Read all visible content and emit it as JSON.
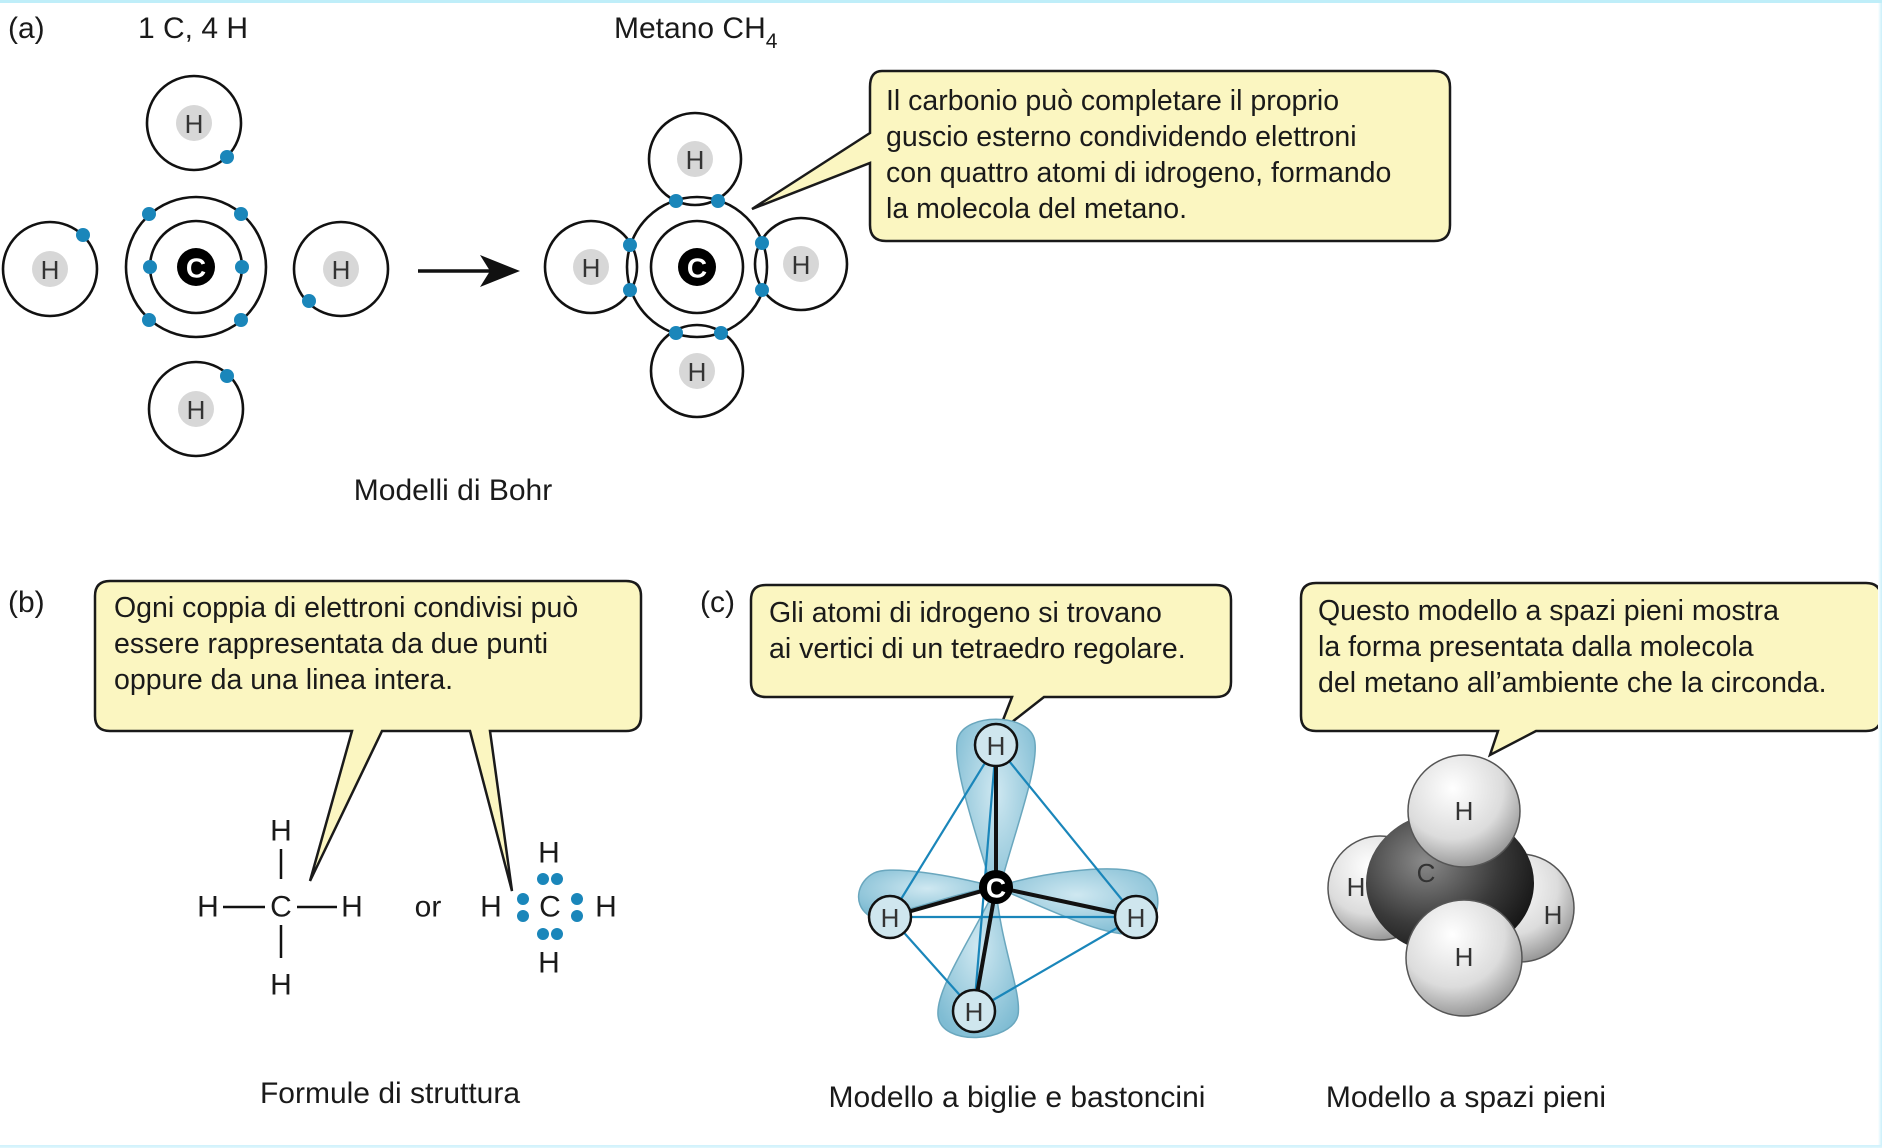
{
  "panels": {
    "a": {
      "tag": "(a)",
      "reactants_label": "1 C, 4 H",
      "product_label": "Metano CH",
      "product_subscript": "4",
      "callout": [
        "Il carbonio può completare il proprio",
        "guscio esterno condividendo elettroni",
        "con quattro atomi di idrogeno, formando",
        "la molecola del metano."
      ],
      "caption": "Modelli di Bohr",
      "atom_symbols": {
        "carbon": "C",
        "hydrogen": "H"
      }
    },
    "b": {
      "tag": "(b)",
      "callout": [
        "Ogni coppia di elettroni condivisi può",
        "essere rappresentata da due punti",
        "oppure da una linea intera."
      ],
      "connector": "or",
      "caption": "Formule di struttura"
    },
    "c": {
      "tag": "(c)",
      "callout_left": [
        "Gli atomi di idrogeno si trovano",
        "ai vertici di un tetraedro regolare."
      ],
      "callout_right": [
        "Questo modello a spazi pieni mostra",
        "la forma presentata dalla molecola",
        "del metano all’ambiente che la circonda."
      ],
      "caption_left": "Modello a biglie e bastoncini",
      "caption_right": "Modello a spazi pieni"
    }
  },
  "colors": {
    "electron": "#1a86ba",
    "callout_fill": "#fbf6c1",
    "orbital_fill": "#9fcfe0",
    "bond_line": "#1a86ba"
  }
}
